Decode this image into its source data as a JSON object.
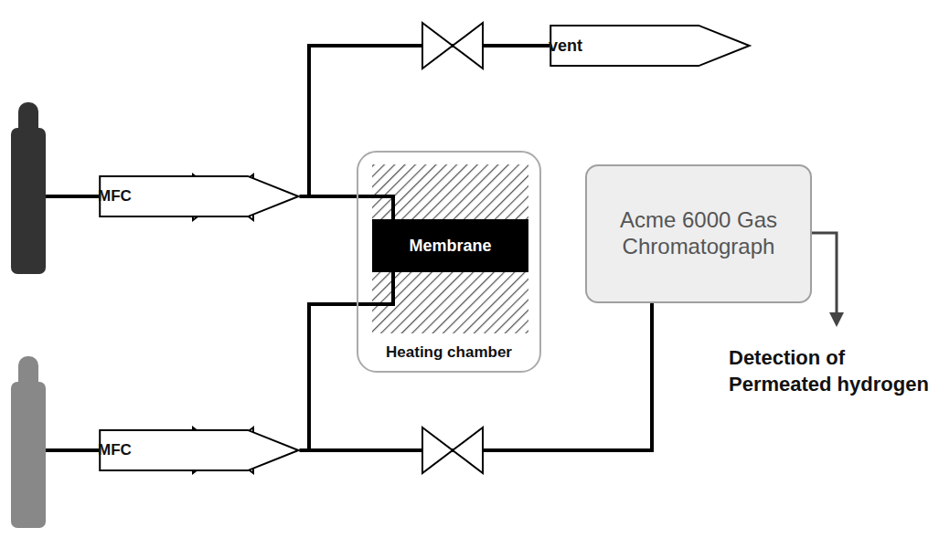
{
  "diagram": {
    "nodes": [
      {
        "text": [
          "vent"
        ]
      },
      {
        "text": [
          "MFC"
        ]
      },
      {
        "text": [
          "Heating chamber"
        ]
      },
      {
        "text": [
          "Membrane"
        ],
        "in": 2
      },
      {
        "text": [
          "Acme 6000 Gas Chromatograph"
        ]
      },
      {
        "text": [
          "MFC"
        ]
      }
    ],
    "edges": [
      {
        "from": 1,
        "to": 3,
        "arrow": "none"
      },
      {
        "from": 1,
        "to": 0,
        "arrow": "none"
      },
      {
        "from": 5,
        "to": 3,
        "arrow": "none"
      },
      {
        "from": 5,
        "to": 4,
        "arrow": "none"
      }
    ],
    "labels": [
      "Detection of Permeated hydrogen"
    ]
  }
}
